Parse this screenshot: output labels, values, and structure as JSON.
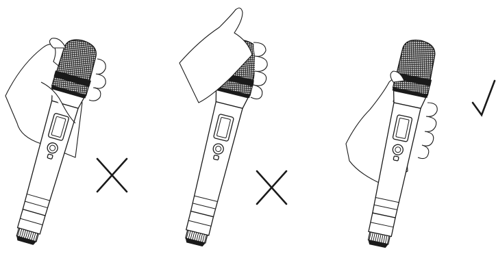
{
  "figure": {
    "panels": [
      {
        "grip": "cupping-mesh-head",
        "status": "incorrect",
        "mark_icon": "cross-icon"
      },
      {
        "grip": "covering-top-of-head",
        "status": "incorrect",
        "mark_icon": "cross-icon"
      },
      {
        "grip": "holding-handle-below-head",
        "status": "correct",
        "mark_icon": "checkmark-icon"
      }
    ],
    "colors": {
      "line": "#1a1a1a",
      "background": "#ffffff",
      "mesh": "#1a1a1a"
    }
  }
}
